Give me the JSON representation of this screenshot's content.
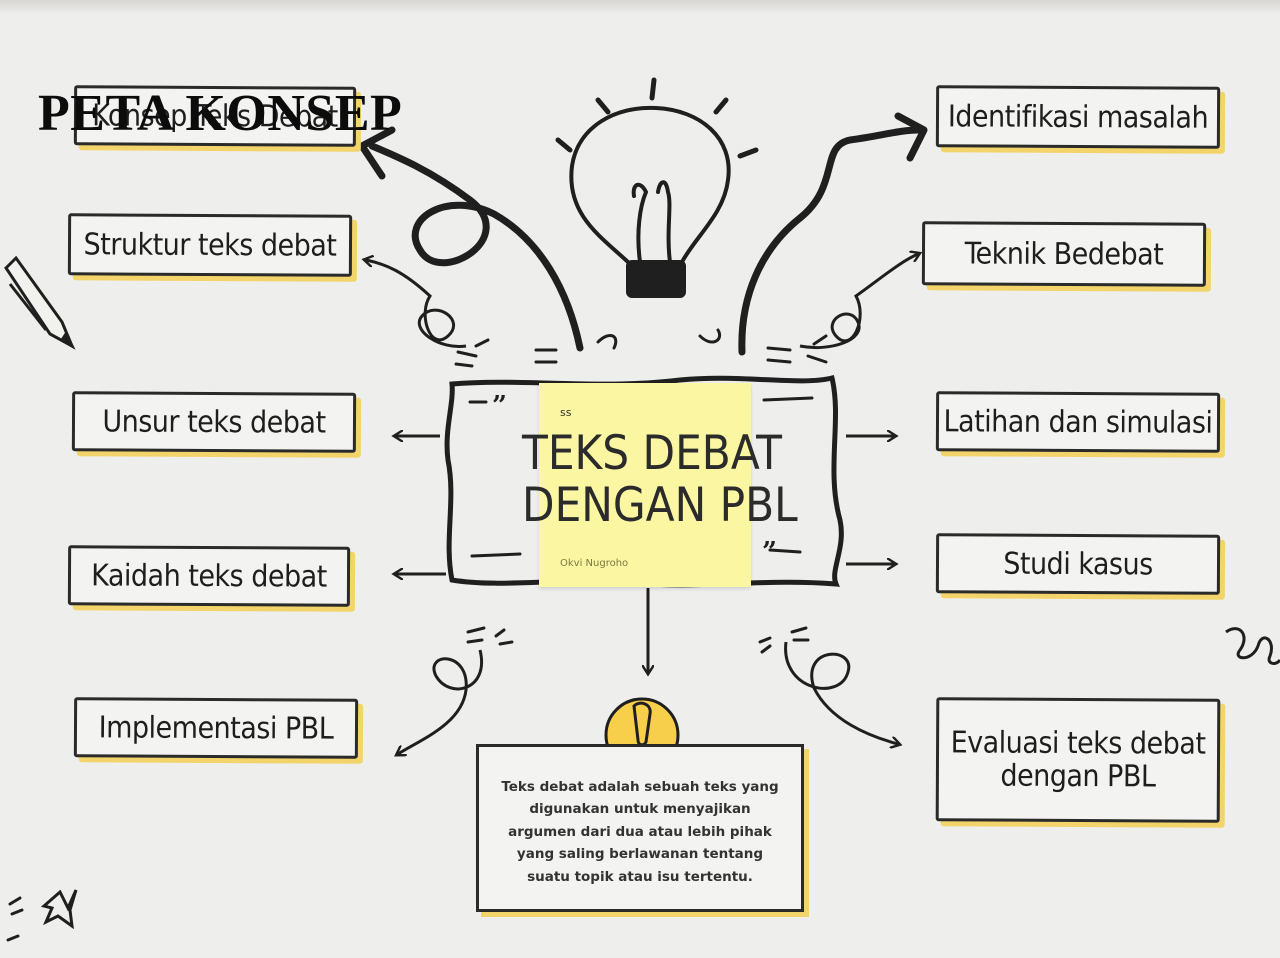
{
  "title": "PETA KONSEP",
  "center": {
    "ss_label": "ss",
    "title_line1": "TEKS DEBAT",
    "title_line2": "DENGAN PBL",
    "author": "Okvi Nugroho"
  },
  "left_nodes": [
    {
      "label": "Konsep Teks Debat"
    },
    {
      "label": "Struktur teks debat"
    },
    {
      "label": "Unsur teks debat"
    },
    {
      "label": "Kaidah teks debat"
    },
    {
      "label": "Implementasi PBL"
    }
  ],
  "right_nodes": [
    {
      "label": "Identifikasi masalah"
    },
    {
      "label": "Teknik Bedebat"
    },
    {
      "label": "Latihan dan simulasi"
    },
    {
      "label": "Studi kasus"
    },
    {
      "label": "Evaluasi teks debat",
      "label2": "dengan PBL"
    }
  ],
  "description": "Teks debat adalah sebuah teks yang digunakan untuk menyajikan argumen dari dua atau lebih pihak yang saling berlawanan tentang suatu topik atau isu tertentu.",
  "colors": {
    "highlight": "#f2d46a",
    "sticky": "#fbf6a2",
    "badge": "#f7cf4a",
    "ink": "#2a2a2a"
  },
  "icons": [
    "lightbulb-icon",
    "pencil-icon",
    "exclamation-icon",
    "star-doodle-icon",
    "swirl-doodle-icon"
  ]
}
